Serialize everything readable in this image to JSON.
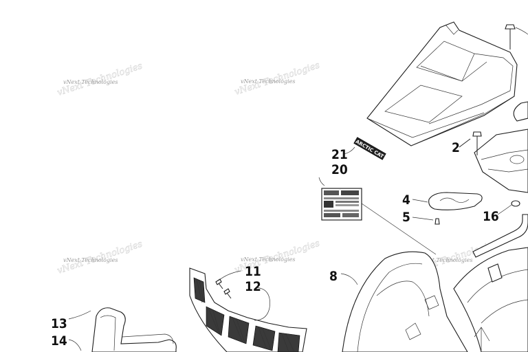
{
  "callouts": {
    "c2": "2",
    "c4": "4",
    "c5": "5",
    "c8": "8",
    "c11": "11",
    "c12": "12",
    "c13": "13",
    "c14": "14",
    "c16": "16",
    "c20": "20",
    "c21": "21"
  },
  "decal_text": "ARCTIC CAT",
  "watermark": "vNext Technologies"
}
